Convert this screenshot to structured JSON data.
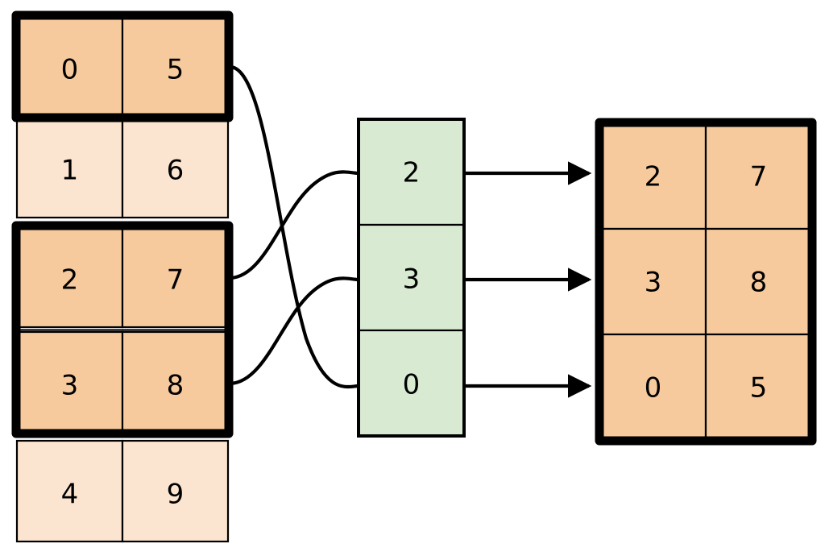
{
  "diagram": {
    "title": "table-gather-by-index",
    "background": "#ffffff",
    "colors": {
      "cell_selected": "#f7ca9d",
      "cell_unselected": "#fbe5d0",
      "index_cell": "#d8ebd2",
      "stroke": "#000000",
      "highlight_frame": "#000000"
    }
  },
  "source_table": {
    "name": "source-table",
    "columns": 2,
    "rows": [
      {
        "index": 0,
        "values": [
          "0",
          "5"
        ],
        "selected": true
      },
      {
        "index": 1,
        "values": [
          "1",
          "6"
        ],
        "selected": false
      },
      {
        "index": 2,
        "values": [
          "2",
          "7"
        ],
        "selected": true
      },
      {
        "index": 3,
        "values": [
          "3",
          "8"
        ],
        "selected": true
      },
      {
        "index": 4,
        "values": [
          "4",
          "9"
        ],
        "selected": false
      }
    ]
  },
  "index_column": {
    "name": "index-column",
    "values": [
      "2",
      "3",
      "0"
    ]
  },
  "result_table": {
    "name": "result-table",
    "columns": 2,
    "rows": [
      {
        "values": [
          "2",
          "7"
        ]
      },
      {
        "values": [
          "3",
          "8"
        ]
      },
      {
        "values": [
          "0",
          "5"
        ]
      }
    ]
  },
  "links": [
    {
      "name": "link-source-row-0-to-index-2",
      "from_row": 0,
      "to_index_slot": 2
    },
    {
      "name": "link-source-row-2-to-index-0",
      "from_row": 2,
      "to_index_slot": 0
    },
    {
      "name": "link-source-row-3-to-index-1",
      "from_row": 3,
      "to_index_slot": 1
    }
  ],
  "arrows": [
    {
      "name": "arrow-index-0-to-result-row-0",
      "from_index_slot": 0,
      "to_result_row": 0
    },
    {
      "name": "arrow-index-1-to-result-row-1",
      "from_index_slot": 1,
      "to_result_row": 1
    },
    {
      "name": "arrow-index-2-to-result-row-2",
      "from_index_slot": 2,
      "to_result_row": 2
    }
  ]
}
